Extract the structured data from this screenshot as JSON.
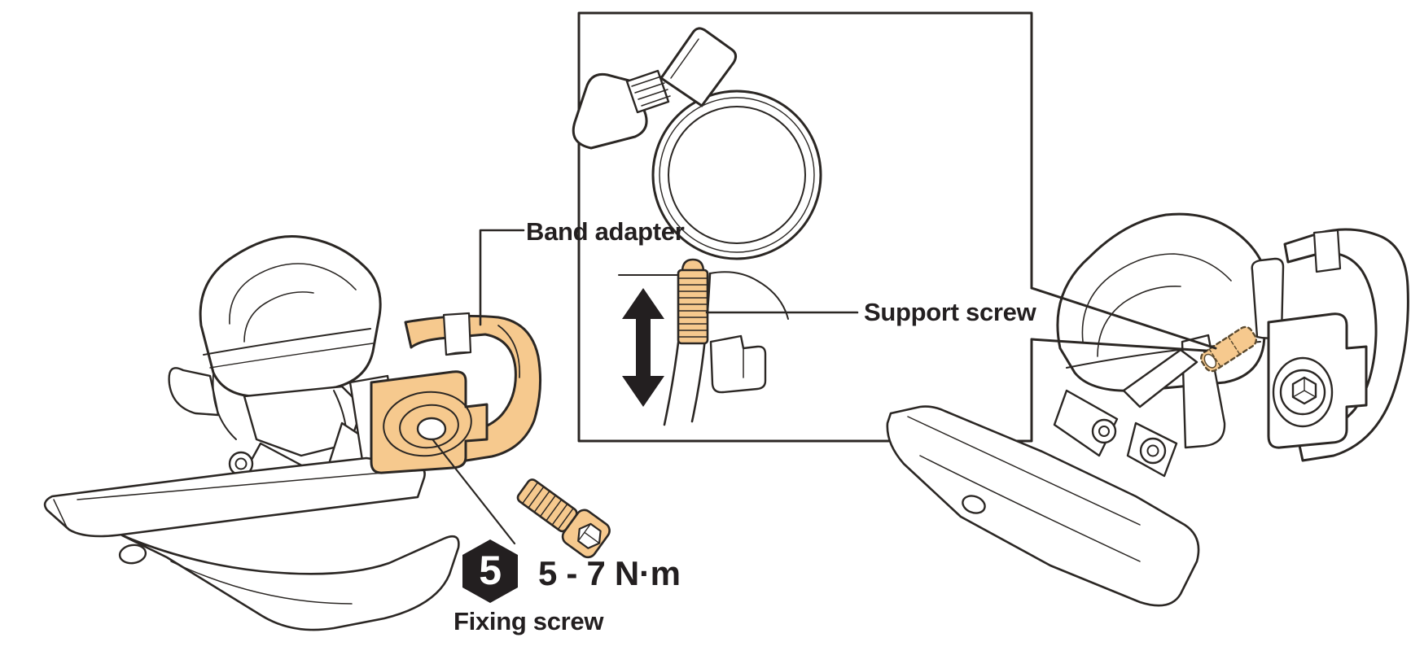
{
  "figure": {
    "subject": "Front derailleur installation diagram - band adapter, fixing screw and support screw",
    "labels": {
      "band_adapter": "Band adapter",
      "support_screw": "Support screw",
      "fixing_screw": "Fixing screw"
    },
    "torque": {
      "step_number": "5",
      "value": "5 - 7 N·m"
    },
    "icons": [
      {
        "name": "up-down-arrow-icon",
        "meaning": "support screw height adjustment direction"
      },
      {
        "name": "hexagon-step-badge",
        "meaning": "tightening torque step 5"
      }
    ],
    "colors": {
      "highlight_orange": "#F6C98E",
      "outline": "#2B2724",
      "text": "#231F20",
      "arrow_black": "#231F20",
      "background": "#FFFFFF"
    }
  }
}
